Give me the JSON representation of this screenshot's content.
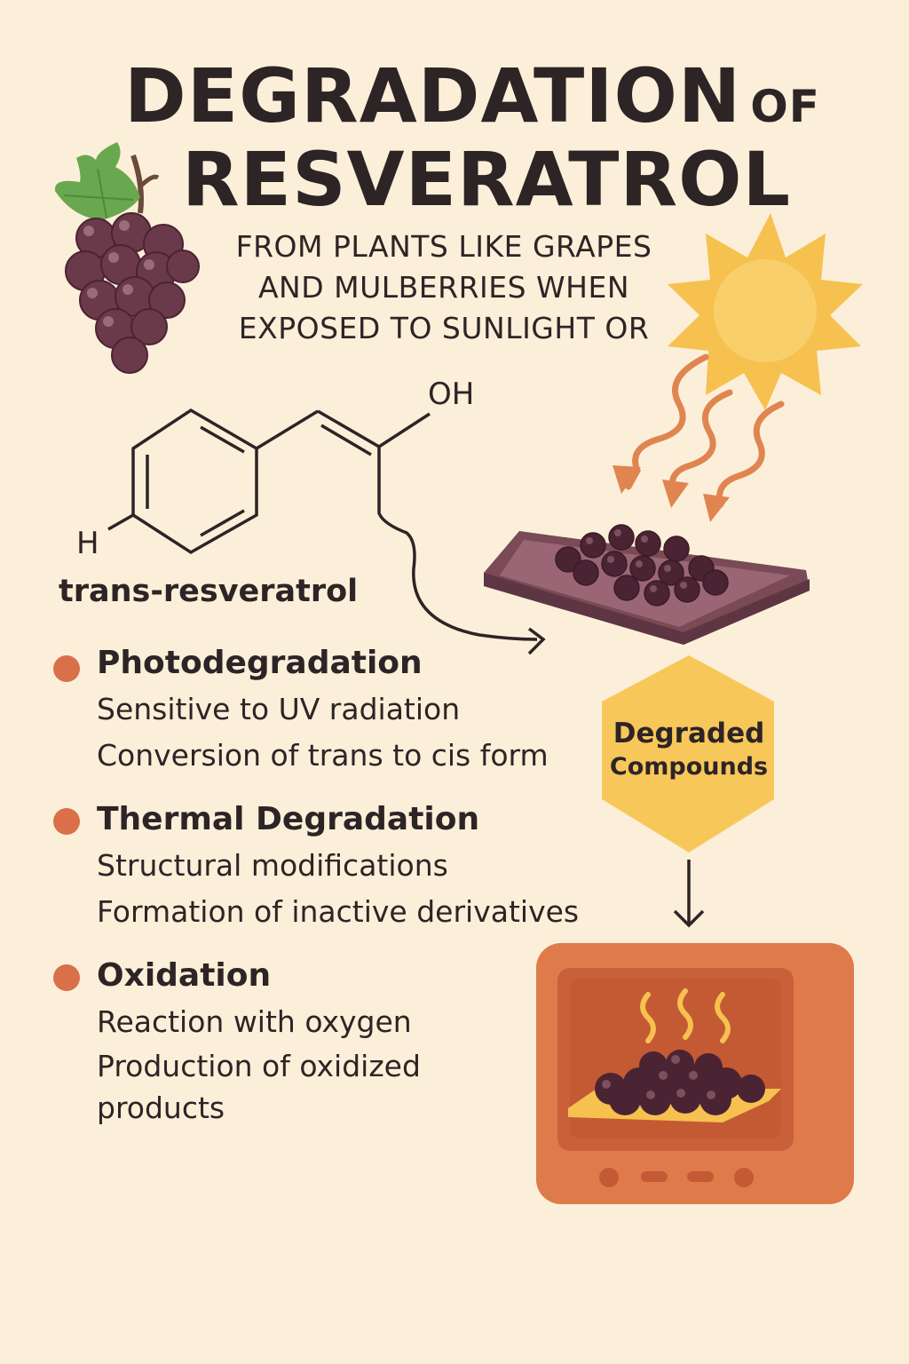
{
  "title": {
    "line1": "DEGRADATION",
    "line1_small": "OF",
    "line2": "RESVERATROL"
  },
  "subtitle": [
    "FROM PLANTS LIKE GRAPES",
    "AND MULBERRIES WHEN",
    "EXPOSED TO SUNLIGHT OR"
  ],
  "molecule": {
    "oh_label": "OH",
    "h_label": "H",
    "name": "trans-resveratrol"
  },
  "mechanisms": [
    {
      "heading": "Photodegradation",
      "lines": [
        "Sensitive to UV radiation",
        "Conversion of trans to cis form"
      ]
    },
    {
      "heading": "Thermal Degradation",
      "lines": [
        "Structural modifications",
        "Formation of inactive derivatives"
      ]
    },
    {
      "heading": "Oxidation",
      "lines": [
        "Reaction with oxygen",
        "Production of oxidized",
        "products"
      ]
    }
  ],
  "result": {
    "line1": "Degraded",
    "line2": "Compounds"
  },
  "colors": {
    "background": "#fcefd9",
    "text": "#2d2426",
    "grape": "#6b3a4a",
    "leaf": "#6aa84f",
    "sun": "#f6c14f",
    "arrow_orange": "#e08550",
    "bullet": "#d9704a",
    "hexagon": "#f7c75a",
    "oven": "#df7a4b",
    "tray": "#7a4a56"
  },
  "icons": [
    "grape-cluster-icon",
    "sun-icon",
    "uv-ray-arrow-icon",
    "grape-tray-icon",
    "oven-icon",
    "steam-icon"
  ]
}
